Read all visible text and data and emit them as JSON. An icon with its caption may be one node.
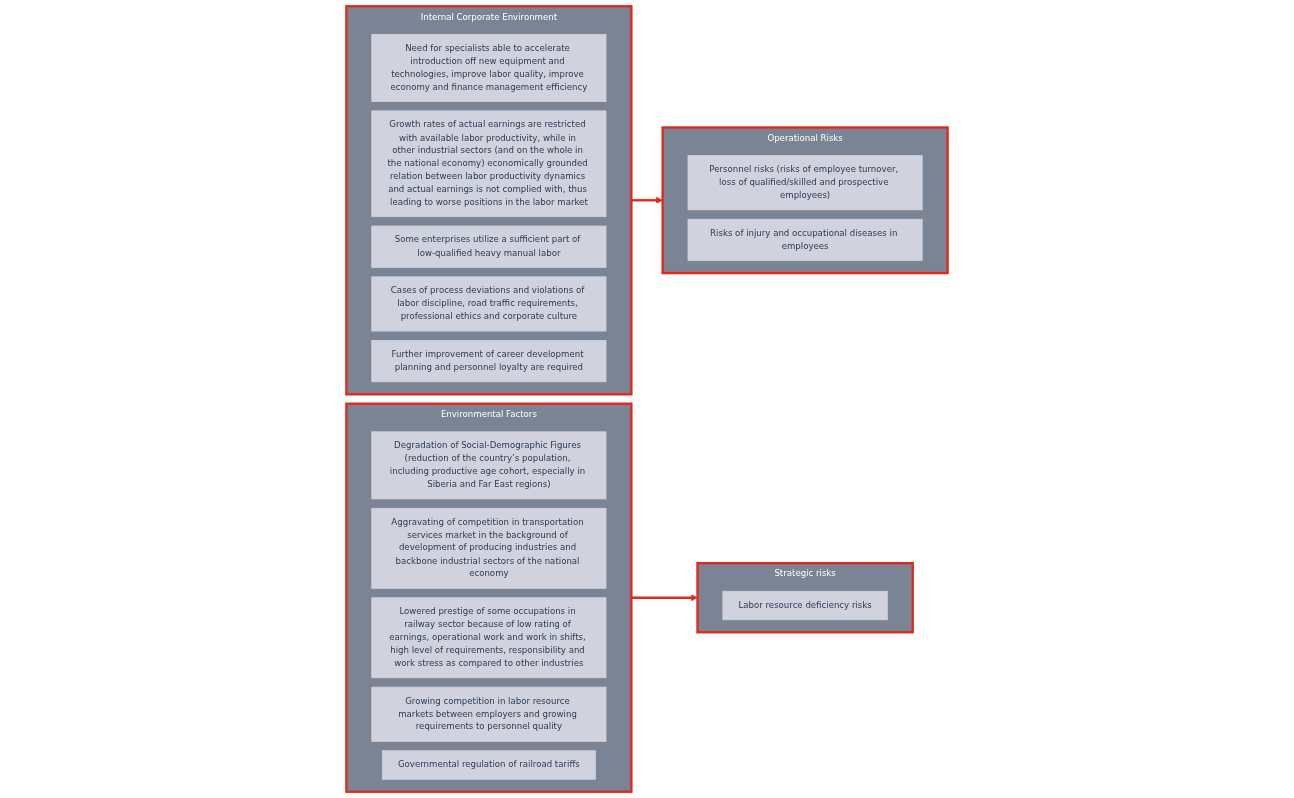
{
  "diagram": {
    "nodes": [
      {
        "text": [
          "Environmental Factors"
        ]
      },
      {
        "text": [
          "Degradation of Social-Demographic Figures (reduction of the country’s population, including productive age cohort, especially in Siberia and Far East regions)"
        ],
        "in": 0
      },
      {
        "text": [
          "Aggravating of competition in transportation services market in the background of development of producing industries and backbone industrial sectors of the national economy"
        ],
        "in": 0
      },
      {
        "text": [
          "Lowered prestige of some occupations in railway sector because of low rating of earnings, operational work and work in shifts, high level of requirements, responsibility and work stress as compared to other industries"
        ],
        "in": 0
      },
      {
        "text": [
          "Growing competition in labor resource markets between employers and growing requirements to personnel quality"
        ],
        "in": 0
      },
      {
        "text": [
          "Governmental regulation of railroad tariffs"
        ],
        "in": 0
      },
      {
        "text": [
          "Operational Risks"
        ]
      },
      {
        "text": [
          "Personnel risks (risks of employee turnover, loss of qualified/skilled and prospective employees)"
        ],
        "in": 6
      },
      {
        "text": [
          "Risks of injury and occupational diseases in employees"
        ],
        "in": 6
      },
      {
        "text": [
          "Strategic risks"
        ]
      },
      {
        "text": [
          "Labor resource deficiency risks"
        ],
        "in": 9
      },
      {
        "text": [
          "Internal Corporate Environment"
        ]
      },
      {
        "text": [
          "Need for specialists able to accelerate introduction off new equipment and technologies, improve labor quality, improve economy and finance management efficiency"
        ],
        "in": 11
      },
      {
        "text": [
          "Growth rates of actual earnings are restricted with available labor productivity, while in other industrial sectors (and on the whole in the national economy) economically grounded relation between labor productivity dynamics and actual earnings is not complied with, thus leading to worse positions in the labor market"
        ],
        "in": 11
      },
      {
        "text": [
          "Some enterprises utilize a sufficient part of low-qualified heavy manual labor"
        ],
        "in": 11
      },
      {
        "text": [
          "Cases of process deviations and violations of labor discipline, road traffic requirements, professional ethics and corporate culture"
        ],
        "in": 11
      },
      {
        "text": [
          "Further improvement of career development planning and personnel loyalty are required"
        ],
        "in": 11
      }
    ],
    "edges": [
      {
        "from": 0,
        "to": 9,
        "arrow": "to"
      },
      {
        "from": 11,
        "to": 6,
        "arrow": "to"
      }
    ]
  }
}
